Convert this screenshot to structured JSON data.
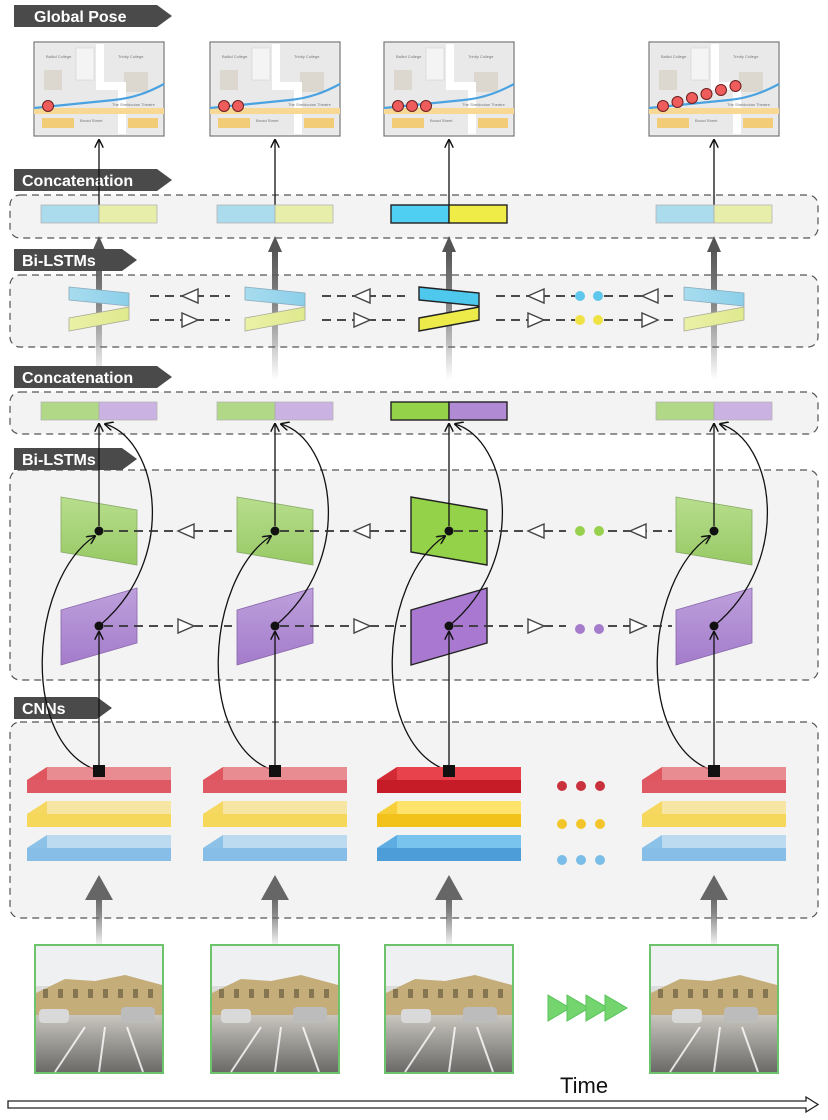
{
  "labels": {
    "global_pose": "Global Pose",
    "concat_top": "Concatenation",
    "bilstm_top": "Bi-LSTMs",
    "concat_mid": "Concatenation",
    "bilstm_mid": "Bi-LSTMs",
    "cnns": "CNNs",
    "time": "Time"
  },
  "map_labels": {
    "college_a": "Balliol College",
    "college_b": "Trinity College",
    "theatre": "The Sheldonian Theatre",
    "street": "Broad Street"
  },
  "timesteps": 4,
  "pose_dots_per_step": [
    1,
    2,
    3,
    6
  ],
  "colors": {
    "tag": "#4a4a4a",
    "lstm_fwd_top": "#9fd8ec",
    "lstm_bwd_top": "#e6ee9e",
    "lstm_fwd_mid": "#a6d473",
    "lstm_bwd_mid": "#b08ad3",
    "cnn_red": "#d8323e",
    "cnn_yellow": "#f5cf33",
    "cnn_blue": "#6cb0e3",
    "pose_dot": "#ee5c5c",
    "image_border": "#6cc36c",
    "time_arrows": "#59c25a"
  }
}
